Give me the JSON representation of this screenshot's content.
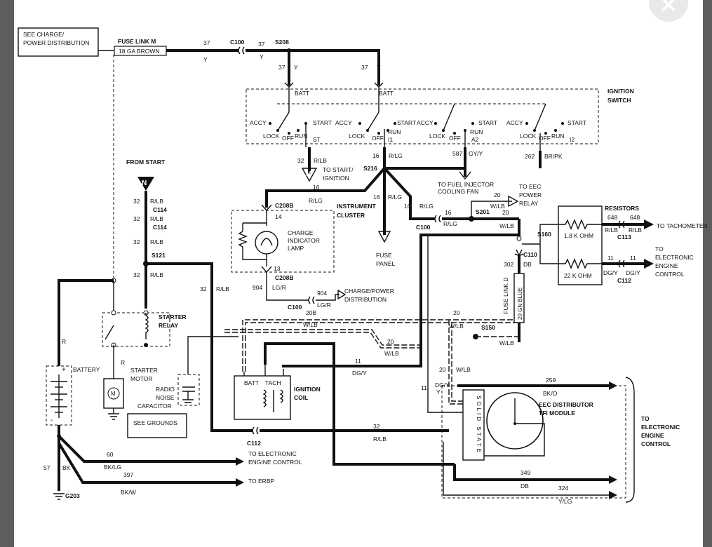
{
  "labels": {
    "see_charge": [
      "SEE CHARGE/",
      "POWER DISTRIBUTION"
    ],
    "fuse_link_m": "FUSE LINK M",
    "fuse_link_m_wire": "18 GA BROWN",
    "c100": "C100",
    "s208": "S208",
    "w37": "37",
    "y": "Y",
    "batt": "BATT",
    "ignition_switch": [
      "IGNITION",
      "SWITCH"
    ],
    "accy": "ACCY",
    "lock": "LOCK",
    "off": "OFF",
    "run": "RUN",
    "start": "START",
    "st": "ST",
    "i1": "I1",
    "a2": "A2",
    "i2": "I2",
    "w16": "16",
    "r_lg": "R/LG",
    "w587": "587",
    "gy_y": "GY/Y",
    "w262": "262",
    "br_pk": "BR/PK",
    "w32": "32",
    "r_lb": "R/LB",
    "m_letter": "M",
    "to_start_ignition": [
      "TO START/",
      "IGNITION"
    ],
    "s216": "S216",
    "from_start": "FROM START",
    "n_letter": "N",
    "c114": "C114",
    "s121": "S121",
    "instrument_cluster": [
      "INSTRUMENT",
      "CLUSTER"
    ],
    "c208b": "C208B",
    "w14": "14",
    "w13": "13",
    "charge_lamp": [
      "CHARGE",
      "INDICATOR",
      "LAMP"
    ],
    "fuse_panel": [
      "FUSE",
      "PANEL"
    ],
    "to_fuel_injector": [
      "TO FUEL INJECTOR",
      "COOLING FAN"
    ],
    "to_eec_relay": [
      "TO EEC",
      "POWER",
      "RELAY"
    ],
    "w20": "20",
    "w_lb": "W/LB",
    "s201": "S201",
    "resistors": "RESISTORS",
    "r1": "1.8 K OHM",
    "r2": "22 K OHM",
    "w648": "648",
    "c113": "C113",
    "to_tach": "TO TACHOMETER",
    "to_eec_right": [
      "TO",
      "ELECTRONIC",
      "ENGINE",
      "CONTROL"
    ],
    "w11": "11",
    "dg_y": "DG/Y",
    "c112": "C112",
    "s160": "S160",
    "c110": "C110",
    "w302": "302",
    "db": "DB",
    "fuse_link_d": "FUSE LINK D",
    "gn_blue": "20 GN BLUE",
    "w904": "904",
    "lg_r": "LG/R",
    "charge_power_dist": [
      "CHARGE/POWER",
      "DISTRIBUTION"
    ],
    "w20b": "20B",
    "s150": "S150",
    "starter_relay": [
      "STARTER",
      "RELAY"
    ],
    "r": "R",
    "battery": "BATTERY",
    "starter_motor": [
      "STARTER",
      "MOTOR"
    ],
    "radio_cap": [
      "RADIO",
      "NOISE",
      "CAPACITOR"
    ],
    "see_grounds": "SEE GROUNDS",
    "tach": "TACH",
    "ignition_coil": [
      "IGNITION",
      "COIL"
    ],
    "solid_state": "SOLID STATE",
    "eec_tfi": [
      "EEC DISTRIBUTOR",
      "TFI MODULE"
    ],
    "w259": "259",
    "bk_o": "BK/O",
    "to_eec_bottom": [
      "TO",
      "ELECTRONIC",
      "ENGINE",
      "CONTROL"
    ],
    "w349": "349",
    "w324": "324",
    "y_lg": "Y/LG",
    "w60": "60",
    "bk_lg": "BK/LG",
    "to_eec_left": [
      "TO ELECTRONIC",
      "ENGINE CONTROL"
    ],
    "w397": "397",
    "bk_w": "BK/W",
    "to_erbp": "TO ERBP",
    "w57": "57",
    "bk": "BK",
    "g203": "G203"
  }
}
